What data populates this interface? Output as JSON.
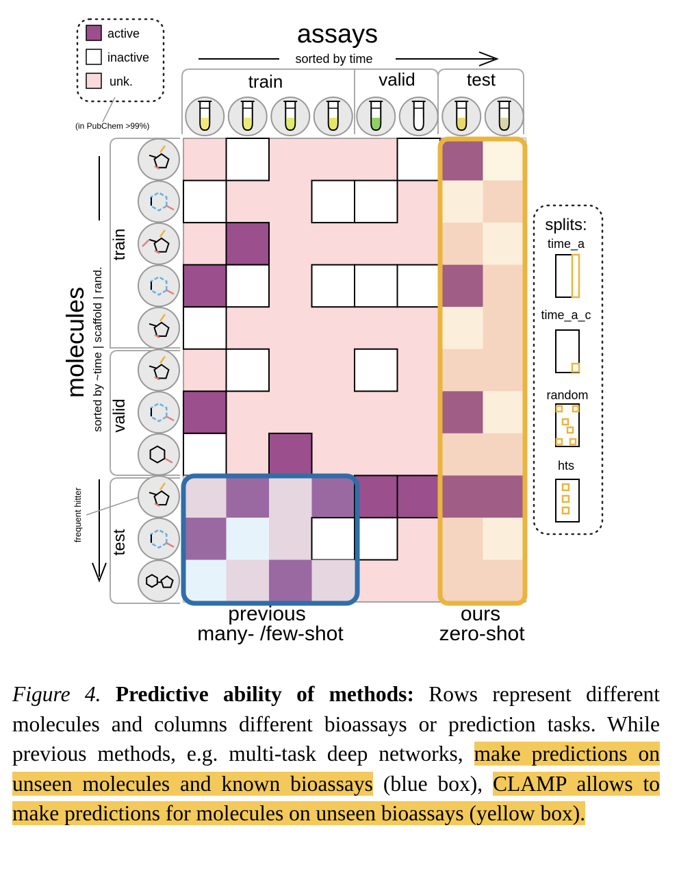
{
  "legend": {
    "items": [
      {
        "label": "active",
        "color": "#9b4f8c"
      },
      {
        "label": "inactive",
        "color": "#ffffff"
      },
      {
        "label": "unk.",
        "color": "#fadadb"
      }
    ],
    "note": "(in PubChem >99%)"
  },
  "assays": {
    "title": "assays",
    "subtitle": "sorted by time",
    "groups": [
      "train",
      "valid",
      "test"
    ],
    "tube_colors": [
      "#f2e77a",
      "#eaea7a",
      "#dfe96f",
      "#e6e46a",
      "#8fd060",
      "#ffffff",
      "#e9d86a",
      "#d9d5a8"
    ]
  },
  "molecules": {
    "title": "molecules",
    "subtitle": "sorted by ~time | scaffold | rand.",
    "groups": [
      "train",
      "valid",
      "test"
    ],
    "frequent_hitter": "frequent hitter"
  },
  "splits": {
    "title": "splits:",
    "items": [
      "time_a",
      "time_a_c",
      "random",
      "hts"
    ]
  },
  "labels": {
    "previous_line1": "previous",
    "previous_line2": "many- /few-shot",
    "ours_line1": "ours",
    "ours_line2": "zero-shot"
  },
  "matrix": {
    "known": [
      "UIUUUIUU",
      "IUUIIUUU",
      "UAUUUUUU",
      "AIUIIIUU",
      "IUUUUUUU",
      "UIUUIUUU",
      "AUUUUUUU",
      "IUAUUUUU"
    ],
    "test_rows": [
      "UAUAAAUU",
      "AUUIIUUU",
      "UUAUUUUU"
    ],
    "pred_zero_shot": [
      [
        "#a05d85",
        "#fdf4e1"
      ],
      [
        "#fbefdb",
        "#f5d5c0"
      ],
      [
        "#f5d5c0",
        "#fbefdb"
      ],
      [
        "#a05d85",
        "#f5d5c0"
      ],
      [
        "#fbefdb",
        "#f5d5c0"
      ],
      [
        "#f5d5c0",
        "#f5d5c0"
      ],
      [
        "#a05d85",
        "#fbefdb"
      ],
      [
        "#f5d5c0",
        "#f5d5c0"
      ],
      [
        "#a05d85",
        "#a05d85"
      ],
      [
        "#f5d5c0",
        "#fbefdb"
      ],
      [
        "#f5d5c0",
        "#f5d5c0"
      ]
    ],
    "pred_few_shot": [
      [
        "#e5d6df",
        "#9a69a2",
        "#e5d6df",
        "#9a69a2"
      ],
      [
        "#9a69a2",
        "#e7f3fb",
        "#e5d6df",
        "#ffffff"
      ],
      [
        "#e7f3fb",
        "#e5d6df",
        "#9a69a2",
        "#e5d6df"
      ]
    ],
    "active_color": "#9b4f8c",
    "unknown_color": "#fadadb",
    "blue_box_color": "#2f6ea8",
    "yellow_box_color": "#e9b53f"
  },
  "caption": {
    "label": "Figure 4.",
    "title": "Predictive ability of methods:",
    "text1": "Rows represent different molecules and columns different bioassays or prediction tasks. While previous methods, e.g.  multi-task deep networks,",
    "highlight1": "make predictions on unseen molecules and known bioassays",
    "text2": "(blue box),",
    "highlight2": "CLAMP allows to make predictions for molecules on unseen bioassays (yellow box).",
    "highlight_color": "#f3c95b"
  }
}
